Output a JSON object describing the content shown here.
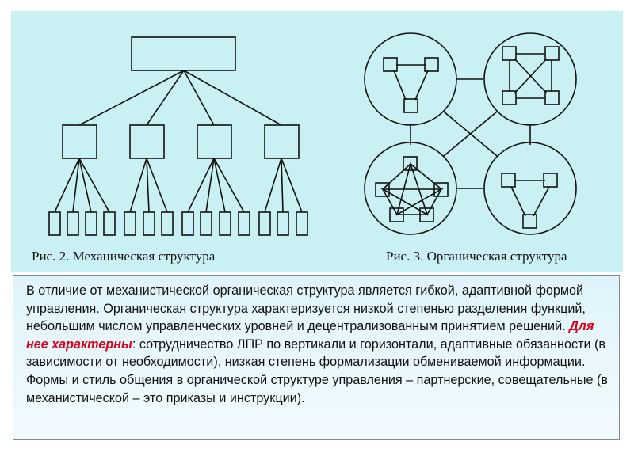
{
  "captions": {
    "mechanical": "Рис. 2. Механическая структура",
    "organic": "Рис. 3. Органическая структура"
  },
  "text": {
    "part1": "В отличие от механистической органическая структура является гибкой, адаптивной формой управления. Органическая структура характеризуется низкой степенью разделения функций, небольшим числом управленческих уровней и децентрализованным принятием решений. ",
    "highlight": "Для нее характерны",
    "part2": ": сотрудничество ЛПР по вертикали и горизонтали, адаптивные обязанности (в зависимости от необходимости), низкая степень формализации обмениваемой информации. Формы и стиль общения в органической структуре управления – партнерские, совещательные (в механистической – это приказы и инструкции)."
  },
  "colors": {
    "panel": "#c9f1f3",
    "highlight": "#e0001a"
  }
}
